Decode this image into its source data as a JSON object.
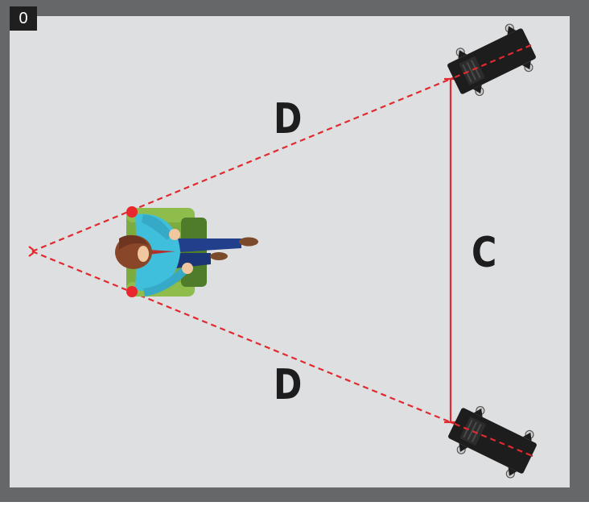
{
  "figure": {
    "tag": "0",
    "labels": {
      "distance_top": "D",
      "distance_bottom": "D",
      "speaker_spacing": "C"
    }
  },
  "colors": {
    "wall": "#666769",
    "floor": "#dedfe0",
    "measure_line": "#e02a2f",
    "chair": "#7cab3f",
    "shirt": "#3fbfdc",
    "trousers": "#213f8a",
    "hair": "#8a4628",
    "speaker": "#1d1d1d"
  },
  "icons": [
    "listener-icon",
    "chair-icon",
    "speaker-icon"
  ]
}
